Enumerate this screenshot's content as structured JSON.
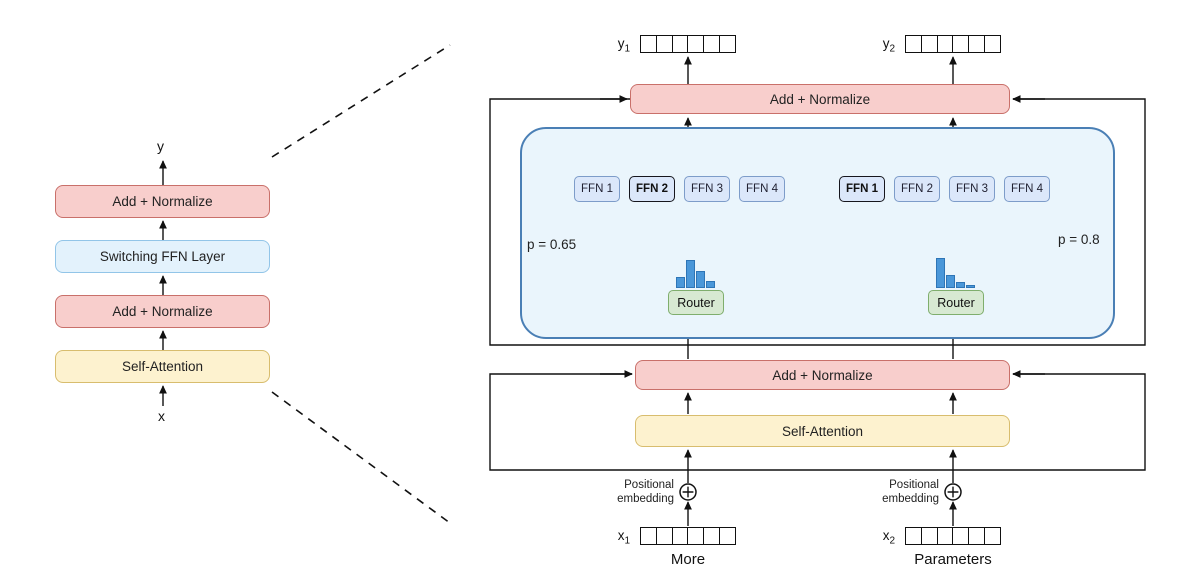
{
  "left_diagram": {
    "output_label": "y",
    "input_label": "x",
    "addnorm_top": "Add + Normalize",
    "switch_ffn": "Switching FFN Layer",
    "addnorm_bottom": "Add + Normalize",
    "self_attn": "Self-Attention"
  },
  "right_diagram": {
    "addnorm_top": "Add + Normalize",
    "addnorm_mid": "Add + Normalize",
    "self_attn": "Self-Attention",
    "router_left": "Router",
    "router_right": "Router",
    "p_left": "p = 0.65",
    "p_right": "p = 0.8",
    "ffn_left": [
      "FFN 1",
      "FFN 2",
      "FFN 3",
      "FFN 4"
    ],
    "ffn_right": [
      "FFN 1",
      "FFN 2",
      "FFN 3",
      "FFN 4"
    ],
    "pos_embed_left": "Positional embedding",
    "pos_embed_right": "Positional embedding",
    "tokens": {
      "y1": {
        "base": "y",
        "sub": "1"
      },
      "y2": {
        "base": "y",
        "sub": "2"
      },
      "x1": {
        "base": "x",
        "sub": "1"
      },
      "x2": {
        "base": "x",
        "sub": "2"
      }
    },
    "caption_left": "More",
    "caption_right": "Parameters",
    "token_cells": 6,
    "hist_left": [
      11,
      28,
      17,
      7
    ],
    "hist_right": [
      30,
      13,
      6,
      3
    ]
  },
  "colors": {
    "addnorm_fill": "#f8cecc",
    "addnorm_border": "#c9706a",
    "selfattn_fill": "#fdf2cf",
    "selfattn_border": "#d8bd6e",
    "switch_fill": "#e3f2fc",
    "switch_border": "#92c5e8",
    "container_fill": "#eaf5fc",
    "container_border": "#4a7fb5",
    "ffn_fill": "#dbe7fa",
    "ffn_border": "#7d9cc9",
    "router_fill": "#d7e9d2",
    "router_border": "#7fae6d",
    "hist_bar": "#4a97d9"
  }
}
